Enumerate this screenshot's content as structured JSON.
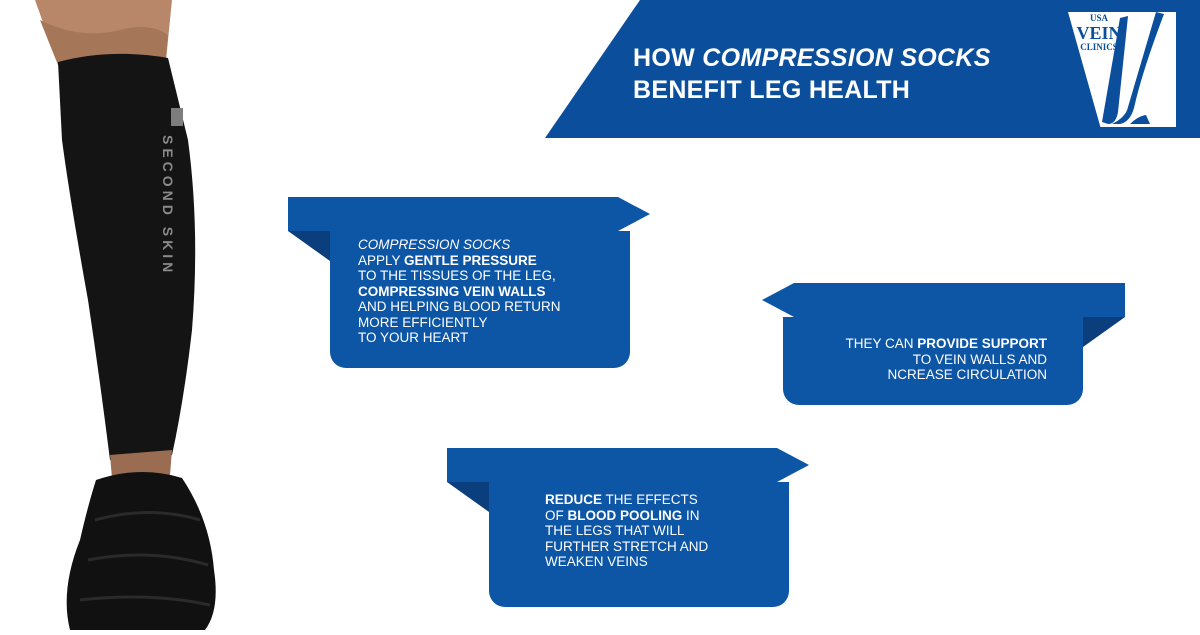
{
  "header": {
    "title_line1_prefix": "HOW ",
    "title_line1_emphasis": "COMPRESSION SOCKS",
    "title_line2": "BENEFIT LEG HEALTH",
    "bg_color": "#0b4f9c"
  },
  "logo": {
    "text_top": "USA",
    "text_main": "VEIN",
    "text_bottom": "CLINICS",
    "trademark": "™"
  },
  "leg": {
    "sleeve_text": "SECOND SKIN"
  },
  "callouts": {
    "one": {
      "l1": "COMPRESSION SOCKS",
      "l2a": "APPLY ",
      "l2b": "GENTLE PRESSURE",
      "l3": "TO THE TISSUES OF THE LEG,",
      "l4": "COMPRESSING VEIN WALLS",
      "l5": "AND HELPING BLOOD RETURN",
      "l6": "MORE EFFICIENTLY",
      "l7": "TO YOUR HEART"
    },
    "two": {
      "l1a": "THEY CAN ",
      "l1b": "PROVIDE SUPPORT",
      "l2": "TO VEIN WALLS AND",
      "l3": "NCREASE CIRCULATION"
    },
    "three": {
      "l1a": "REDUCE",
      "l1b": " THE EFFECTS",
      "l2a": "OF ",
      "l2b": "BLOOD POOLING",
      "l2c": " IN",
      "l3": "THE LEGS THAT WILL",
      "l4": "FURTHER STRETCH AND",
      "l5": "WEAKEN VEINS"
    }
  },
  "colors": {
    "brand_blue": "#0b4f9c",
    "callout_blue": "#0d56a6",
    "fold_shadow": "#0a3e7c"
  }
}
